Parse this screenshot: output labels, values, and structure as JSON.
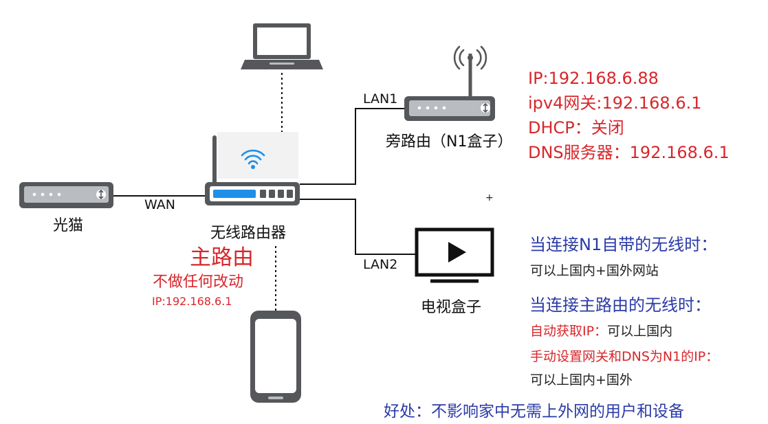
{
  "colors": {
    "device_gray": "#55575a",
    "device_gray_light": "#b9bcc1",
    "accent_blue": "#1f8fe8",
    "note_red": "#d8262b",
    "note_blue": "#2a3aa8",
    "line": "#111111"
  },
  "devices": {
    "modem": {
      "label": "光猫",
      "icon": "modem-icon"
    },
    "main_router": {
      "label": "无线路由器",
      "icon": "wifi-router-icon"
    },
    "side_router": {
      "label": "旁路由（N1盒子）",
      "icon": "side-router-icon"
    },
    "tv_box": {
      "label": "电视盒子",
      "icon": "tv-play-icon"
    },
    "laptop": {
      "icon": "laptop-icon"
    },
    "phone": {
      "icon": "smartphone-icon"
    }
  },
  "links": {
    "wan": "WAN",
    "lan1": "LAN1",
    "lan2": "LAN2"
  },
  "main_router_note": {
    "title": "主路由",
    "subtitle": "不做任何改动",
    "ip": "IP:192.168.6.1"
  },
  "side_router_config": [
    "IP:192.168.6.88",
    "ipv4网关:192.168.6.1",
    "DHCP：关闭",
    "DNS服务器：192.168.6.1"
  ],
  "notes": {
    "n1_wifi_heading": "当连接N1自带的无线时：",
    "n1_wifi_result": "可以上国内+国外网站",
    "main_wifi_heading": "当连接主路由的无线时：",
    "auto_ip": "自动获取IP：",
    "auto_ip_result": "可以上国内",
    "manual_gateway": "手动设置网关和DNS为N1的IP：",
    "manual_result": "可以上国内+国外",
    "benefit": "好处：不影响家中无需上外网的用户和设备"
  },
  "cursor_glyph": "+"
}
